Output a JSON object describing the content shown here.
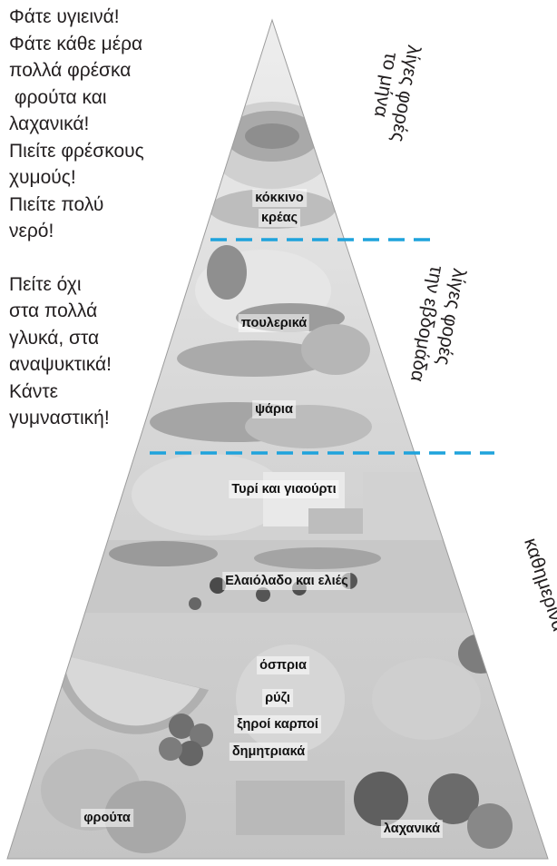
{
  "intro": {
    "lines": [
      "Φάτε υγιεινά!",
      "Φάτε κάθε μέρα",
      "πολλά φρέσκα",
      " φρούτα και",
      "λαχανικά!",
      "Πιείτε φρέσκους",
      "χυμούς!",
      "Πιείτε πολύ",
      "νερό!",
      "",
      "Πείτε όχι",
      "στα πολλά",
      "γλυκά, στα",
      "αναψυκτικά!",
      "Κάντε",
      "γυμναστική!"
    ]
  },
  "frequency": {
    "month_line1": "λίγες φορές",
    "month_line2": "το μήνα",
    "week_line1": "λίγες φορές",
    "week_line2": "την εβδομάδα",
    "daily": "καθημερινά"
  },
  "foods": {
    "red_meat_1": "κόκκινο",
    "red_meat_2": "κρέας",
    "poultry": "πουλερικά",
    "fish": "ψάρια",
    "cheese": "Τυρί και γιαούρτι",
    "olive_oil": "Ελαιόλαδο και ελιές",
    "legumes": "όσπρια",
    "rice": "ρύζι",
    "nuts": "ξηροί καρποί",
    "cereals": "δημητριακά",
    "fruits": "φρούτα",
    "vegetables": "λαχανικά"
  },
  "colors": {
    "divider": "#1fa3dc",
    "pyramid_light": "#ececec",
    "pyramid_dark": "#b9b9b9"
  }
}
